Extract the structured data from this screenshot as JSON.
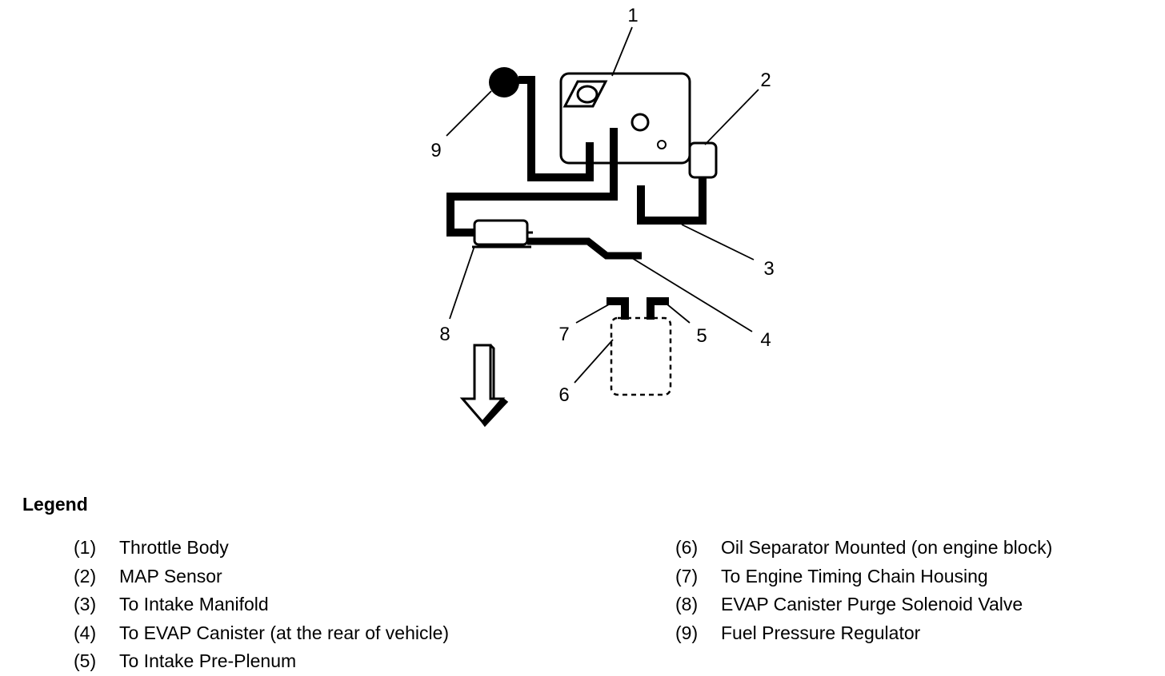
{
  "diagram": {
    "callouts": [
      "1",
      "2",
      "3",
      "4",
      "5",
      "6",
      "7",
      "8",
      "9"
    ]
  },
  "legend": {
    "title": "Legend",
    "left_items": [
      {
        "num": "(1)",
        "text": "Throttle Body"
      },
      {
        "num": "(2)",
        "text": "MAP Sensor"
      },
      {
        "num": "(3)",
        "text": "To Intake Manifold"
      },
      {
        "num": "(4)",
        "text": "To EVAP Canister (at the rear of vehicle)"
      },
      {
        "num": "(5)",
        "text": "To Intake Pre-Plenum"
      }
    ],
    "right_items": [
      {
        "num": "(6)",
        "text": "Oil Separator Mounted (on engine block)"
      },
      {
        "num": "(7)",
        "text": "To Engine Timing Chain Housing"
      },
      {
        "num": "(8)",
        "text": "EVAP Canister Purge Solenoid Valve"
      },
      {
        "num": "(9)",
        "text": "Fuel Pressure Regulator"
      }
    ]
  }
}
